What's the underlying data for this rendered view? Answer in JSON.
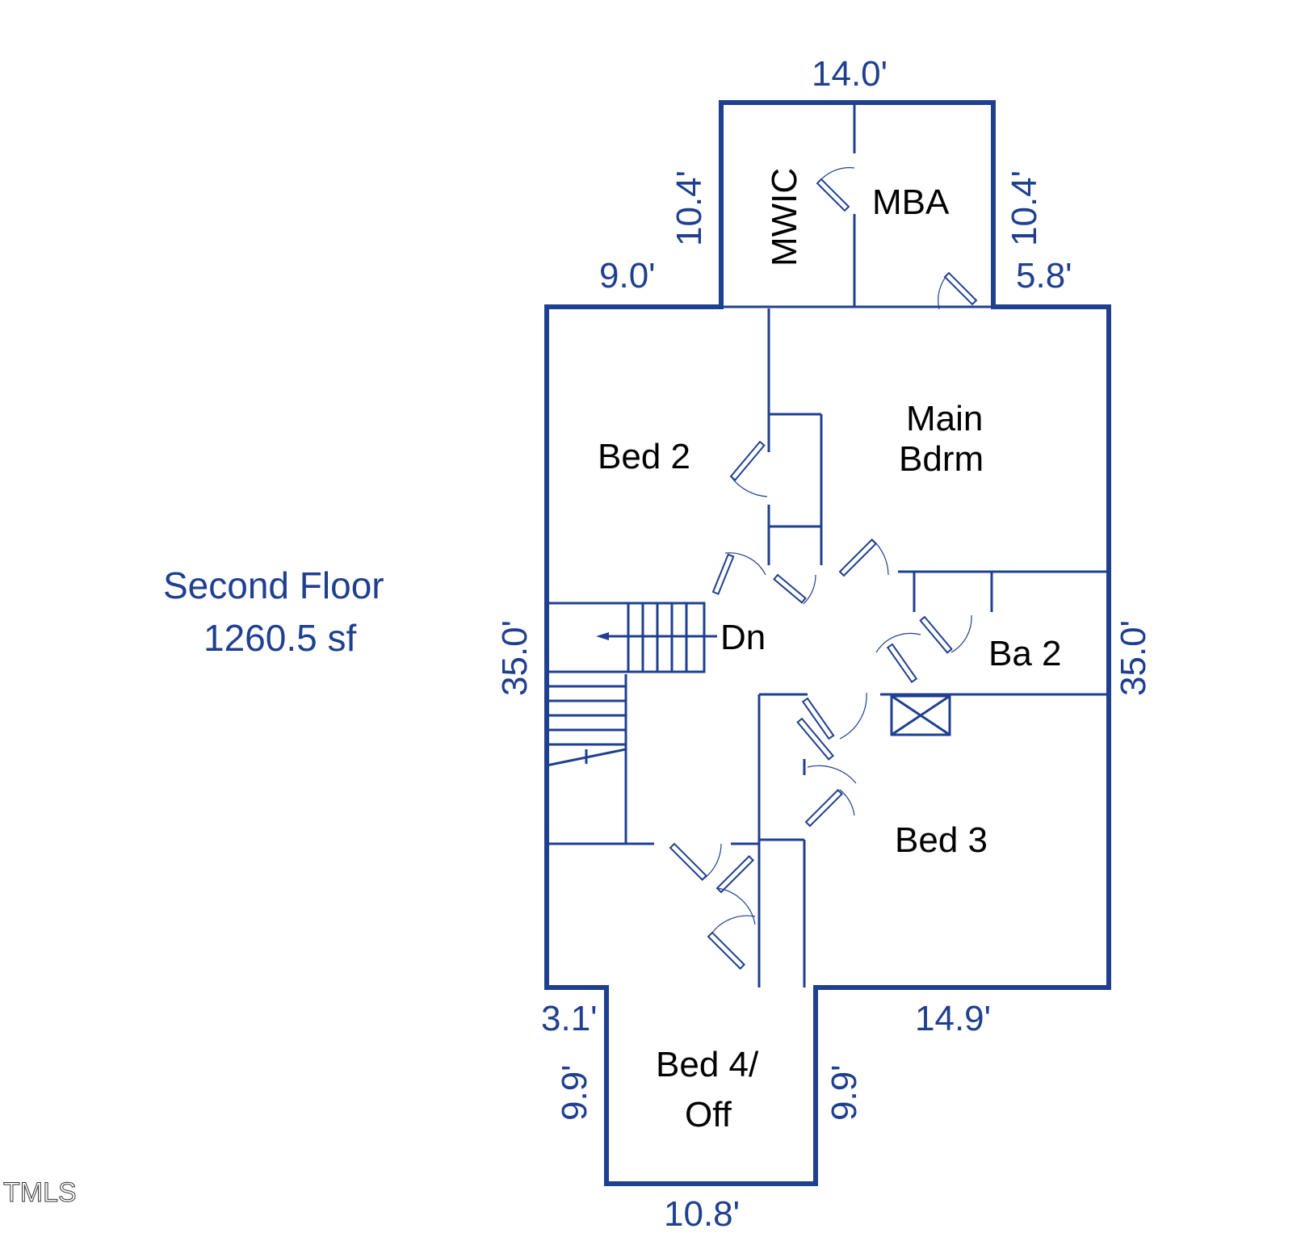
{
  "floor": {
    "title": "Second Floor",
    "area": "1260.5 sf"
  },
  "rooms": {
    "mwic": "MWIC",
    "mba": "MBA",
    "main_bdrm_line1": "Main",
    "main_bdrm_line2": "Bdrm",
    "bed2": "Bed 2",
    "ba2": "Ba 2",
    "bed3": "Bed 3",
    "bed4_line1": "Bed 4/",
    "bed4_line2": "Off",
    "stairs": "Dn"
  },
  "dimensions": {
    "top_width": "14.0'",
    "top_left_height": "10.4'",
    "top_right_height": "10.4'",
    "left_ledge": "9.0'",
    "right_ledge": "5.8'",
    "left_height": "35.0'",
    "right_height": "35.0'",
    "bottom_left_ledge": "3.1'",
    "bottom_right_ledge": "14.9'",
    "bottom_left_height": "9.9'",
    "bottom_right_height": "9.9'",
    "bottom_width": "10.8'"
  },
  "watermark": "TMLS",
  "colors": {
    "wall": "#1f3f8f",
    "dimension_text": "#1f3f8f",
    "room_text": "#000000"
  }
}
